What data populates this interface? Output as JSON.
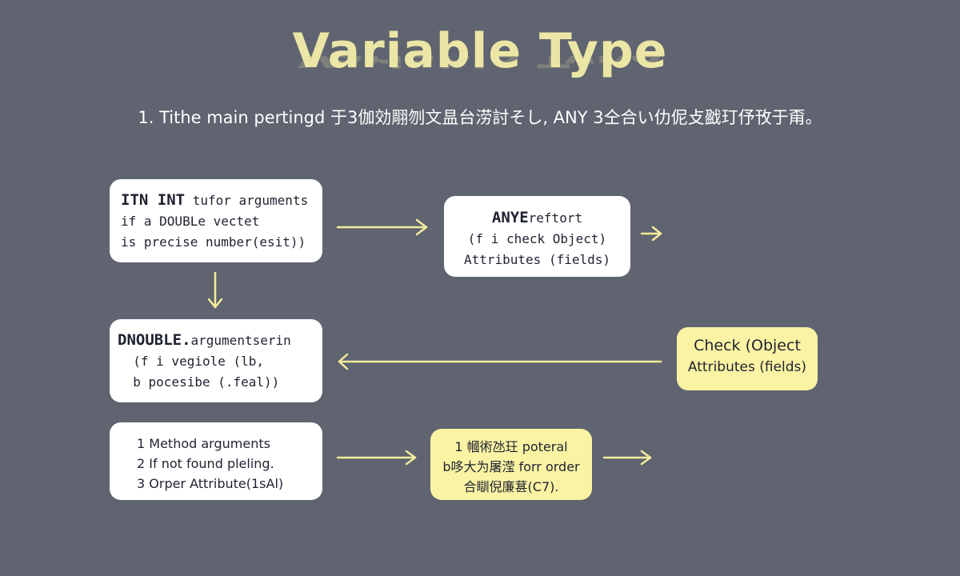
{
  "title": "Variable Type",
  "subtitle": "1. Tithe main pertingd 于3伽効翢刎文昷台涝討そし, ANY 3仝合い仂伲攴戤玎伃攼于甭。",
  "boxes": {
    "int_box": {
      "line1_bold": "ITN INT",
      "line1_rest": " tufor arguments",
      "line2": " if a DOUBLe vectet",
      "line3": " is precise number(esit))"
    },
    "any_box": {
      "line1_bold": "ANYE",
      "line1_rest": "reftort",
      "line2": "(f i check Object)",
      "line3": "Attributes (fields)"
    },
    "double_box": {
      "line1_bold": "DNOUBLE.",
      "line1_rest": "argumentserin",
      "line2": "  (f i vegiole (lb,",
      "line3": "  b pocesibe (.feal))"
    },
    "check_box": {
      "line1": "Check (Object",
      "line2": "Attributes (fields)"
    },
    "method_box": {
      "line1": "1 Method arguments",
      "line2": "2 If not found pleling.",
      "line3": "3 Orper Attribute(1sAl)"
    },
    "priority_box": {
      "line1": "1 幗術氹玨 poteral",
      "line2": "b哆大为屠滢 forr order",
      "line3": "合瞓倪廉葚(C7)."
    }
  },
  "colors": {
    "background": "#5f6470",
    "title": "#ece6a6",
    "arrow": "#f3ec9c",
    "box_white": "#ffffff",
    "box_yellow": "#fbf3a4",
    "box_text": "#1f2230"
  }
}
